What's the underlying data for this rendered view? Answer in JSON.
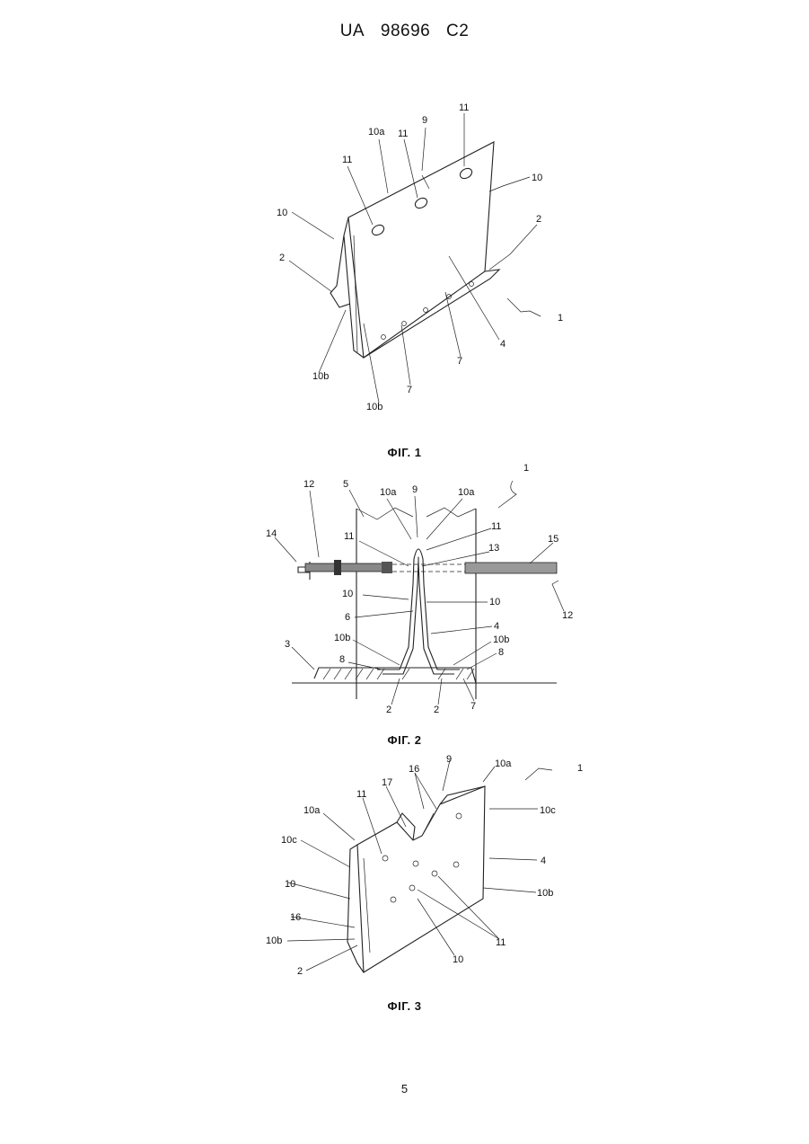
{
  "header": {
    "country": "UA",
    "number": "98696",
    "kind": "C2"
  },
  "figures": [
    {
      "caption": "ФІГ. 1",
      "labels": [
        "11",
        "10a",
        "9",
        "11",
        "11",
        "10",
        "10",
        "2",
        "2",
        "1",
        "4",
        "7",
        "7",
        "10b",
        "10b"
      ]
    },
    {
      "caption": "ФІГ. 2",
      "labels": [
        "1",
        "12",
        "5",
        "10a",
        "9",
        "10a",
        "14",
        "11",
        "11",
        "13",
        "15",
        "10",
        "10",
        "6",
        "4",
        "12",
        "3",
        "10b",
        "10b",
        "8",
        "8",
        "2",
        "2",
        "7"
      ]
    },
    {
      "caption": "ФІГ. 3",
      "labels": [
        "1",
        "9",
        "10a",
        "16",
        "17",
        "10a",
        "11",
        "10c",
        "10c",
        "4",
        "10",
        "10b",
        "16",
        "10b",
        "2",
        "11",
        "10"
      ]
    }
  ],
  "page_number": "5"
}
